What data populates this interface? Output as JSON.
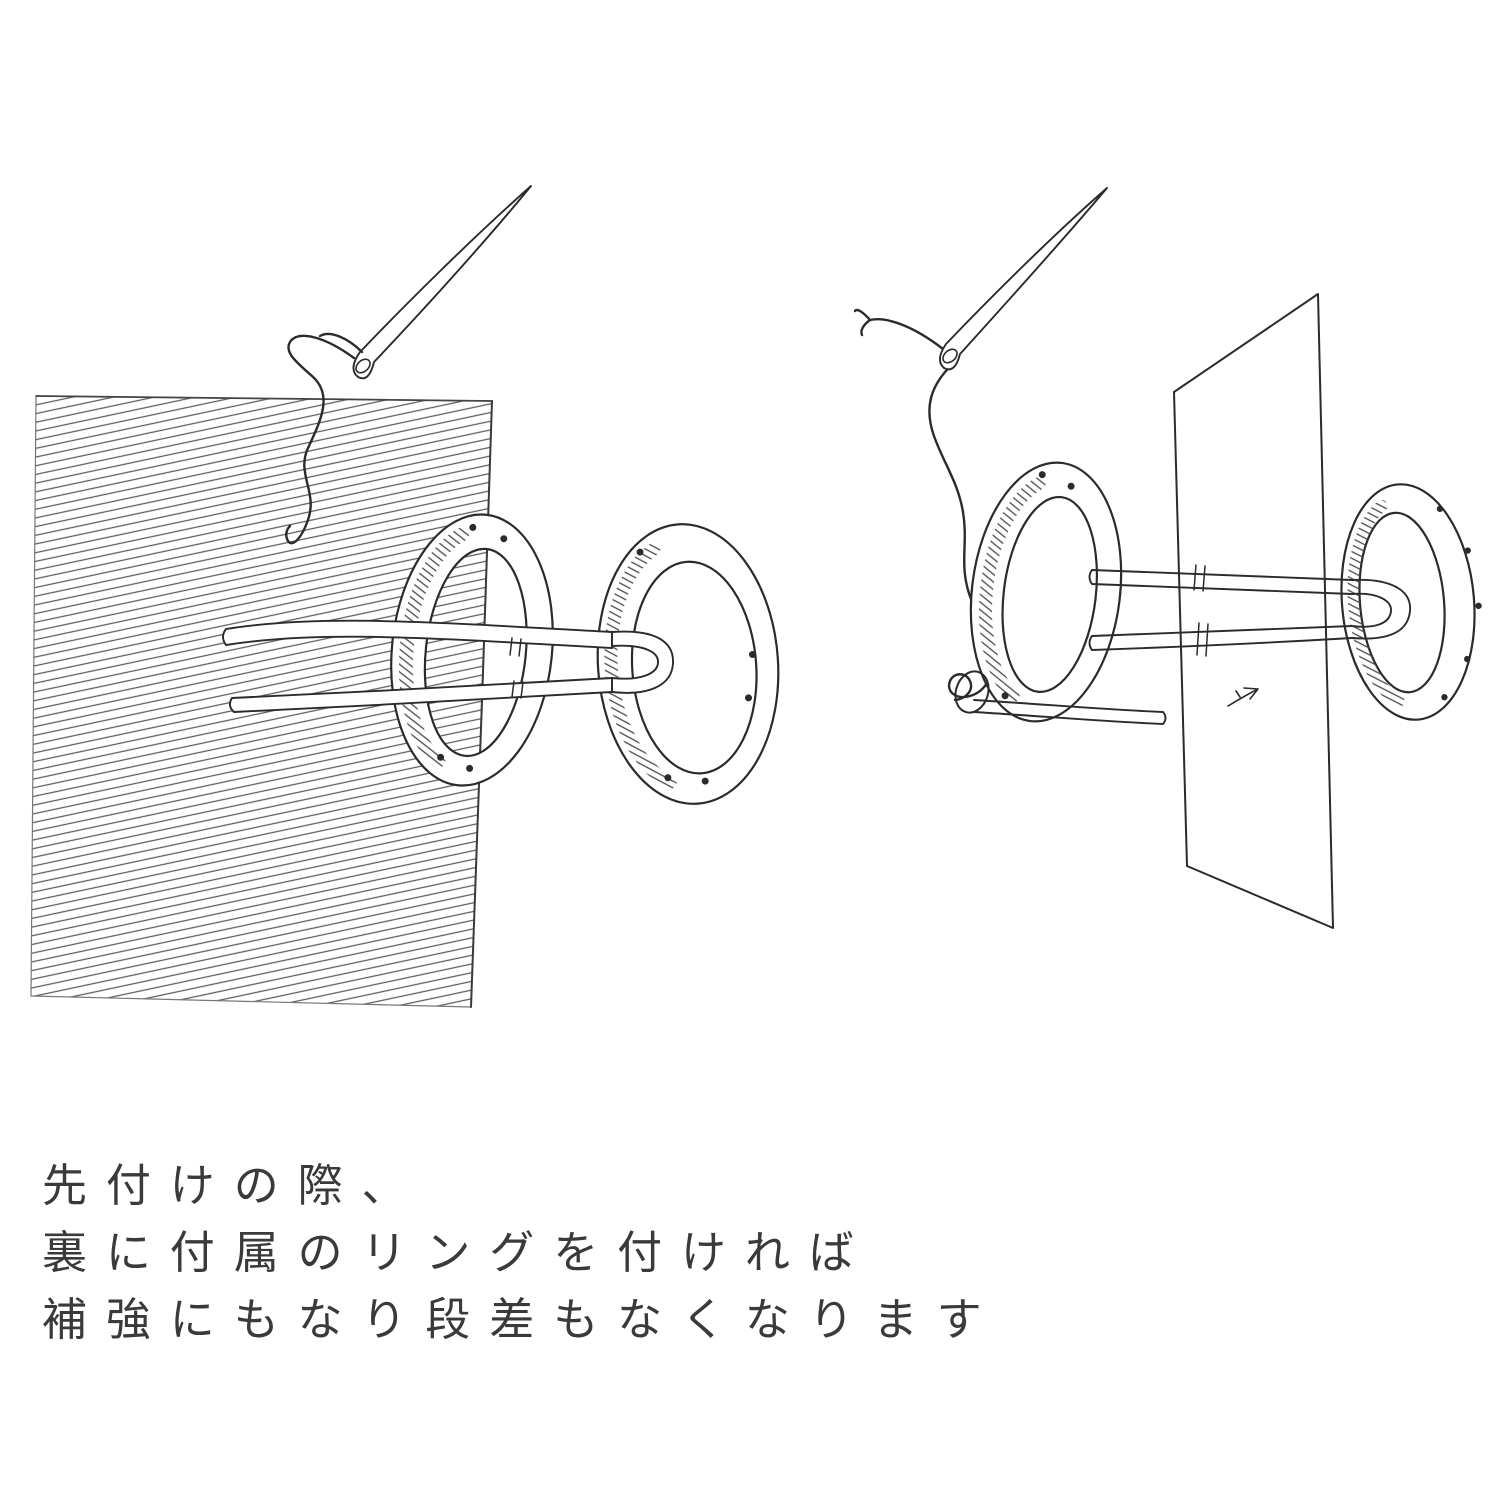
{
  "page": {
    "background_color": "#ffffff",
    "ink_color": "#2b2b2b"
  },
  "caption": {
    "lines": [
      "先付けの際、",
      "裏に付属のリングを付ければ",
      "補強にもなり段差もなくなります"
    ]
  },
  "figures": {
    "left_step": "needle-sewing-prong-rings-through-fabric",
    "right_step": "backing-ring-attached-behind-clear-sheet"
  }
}
